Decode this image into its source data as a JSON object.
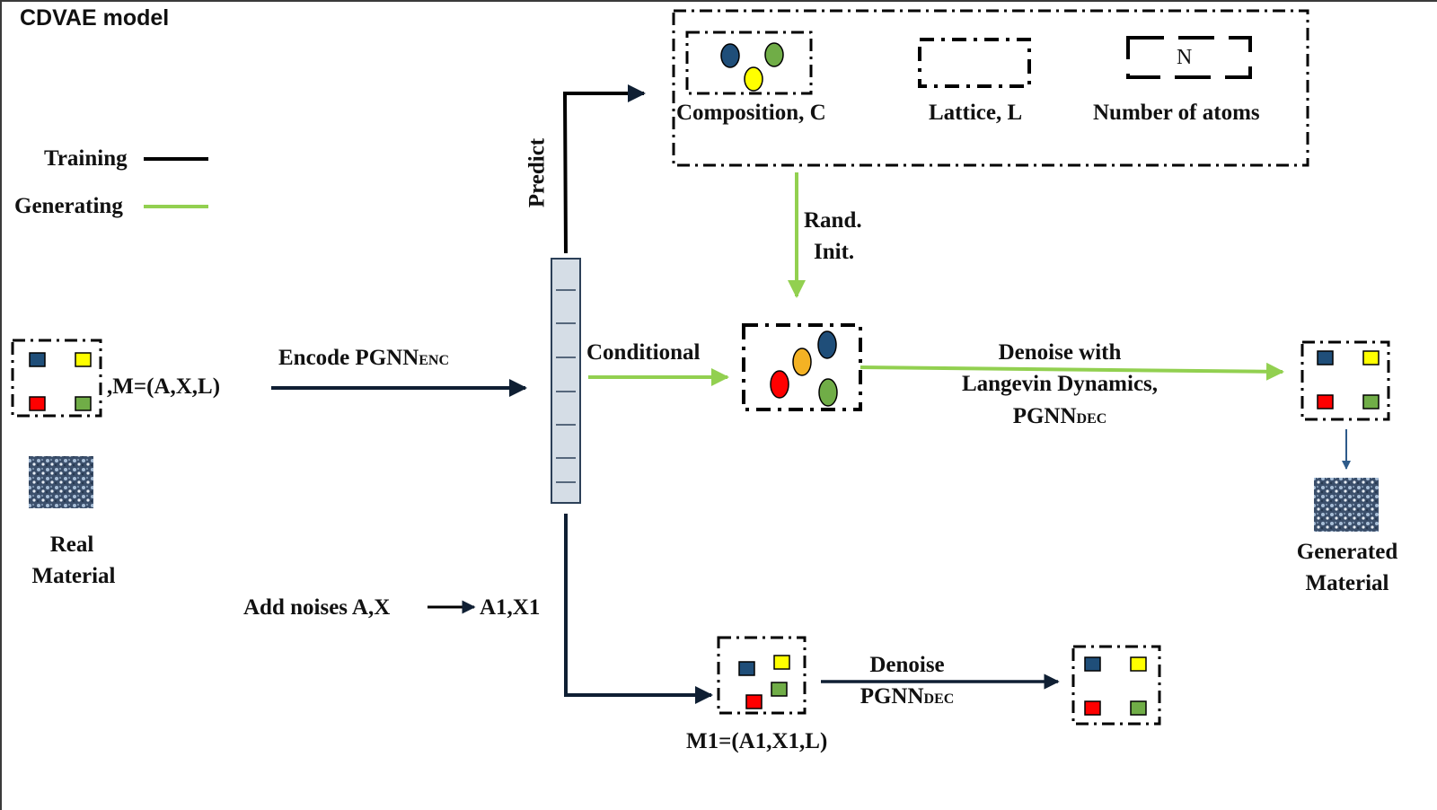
{
  "title": "CDVAE model",
  "legend": {
    "training": "Training",
    "generating": "Generating",
    "training_color": "#000000",
    "generating_color": "#92d050"
  },
  "colors": {
    "dark_arrow": "#0f1f33",
    "green_arrow": "#92d050",
    "vector_fill": "#d5dde6",
    "vector_stroke": "#2c4058",
    "atom_blue": "#1f4e79",
    "atom_yellow": "#ffff00",
    "atom_green": "#70ad47",
    "atom_red": "#ff0000",
    "atom_orange": "#f4b224"
  },
  "labels": {
    "real_material_eq": ",M=(A,X,L)",
    "real_material_1": "Real",
    "real_material_2": "Material",
    "encode": "Encode PGNN",
    "encode_sub": "ENC",
    "predict": "Predict",
    "composition": "Composition, C",
    "lattice": "Lattice, L",
    "number_of_atoms": "Number of atoms",
    "n_symbol": "N",
    "rand_init_1": "Rand.",
    "rand_init_2": "Init.",
    "conditional": "Conditional",
    "denoise_ld_1": "Denoise with",
    "denoise_ld_2": "Langevin Dynamics,",
    "denoise_ld_3": "PGNN",
    "denoise_ld_3_sub": "DEC",
    "generated_material_1": "Generated",
    "generated_material_2": "Material",
    "add_noises_left": "Add noises A,X",
    "add_noises_right": "A1,X1",
    "m1": "M1=(A1,X1,L)",
    "denoise_1": "Denoise",
    "denoise_2": "PGNN",
    "denoise_2_sub": "DEC"
  }
}
